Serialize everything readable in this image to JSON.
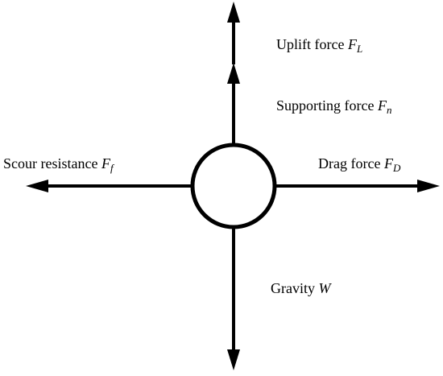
{
  "labels": {
    "uplift": {
      "text": "Uplift  force ",
      "symbol": "F",
      "subscript": "L"
    },
    "supporting": {
      "text": "Supporting force ",
      "symbol": "F",
      "subscript": "n"
    },
    "scour": {
      "text": "Scour resistance ",
      "symbol": "F",
      "subscript": "f"
    },
    "drag": {
      "text": "Drag force ",
      "symbol": "F",
      "subscript": "D"
    },
    "gravity": {
      "text": "Gravity ",
      "symbol": "W",
      "subscript": ""
    }
  },
  "colors": {
    "stroke": "#000000",
    "particle_fill": "#ffffff"
  }
}
